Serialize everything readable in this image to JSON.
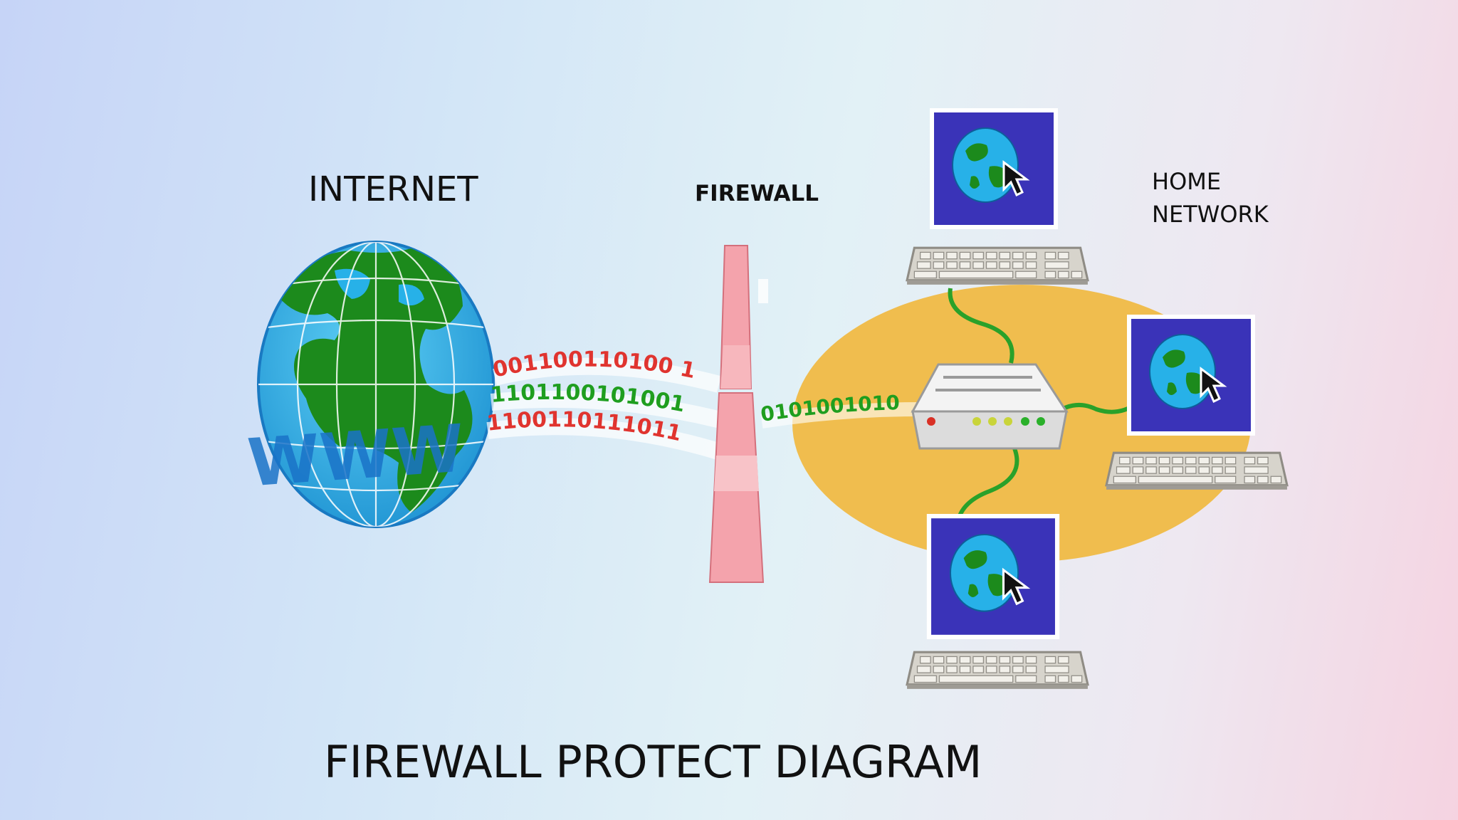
{
  "labels": {
    "internet": "INTERNET",
    "firewall": "FIREWALL",
    "home_line1": "HOME",
    "home_line2": "NETWORK",
    "title": "FIREWALL PROTECT DIAGRAM"
  },
  "globe": {
    "text": "WWW"
  },
  "streams": {
    "red_top": "001100110100 1",
    "green_mid": "1101100101001",
    "red_bottom": "1100110111011",
    "green_inner": "0101001010"
  },
  "colors": {
    "ocean": "#27b1e8",
    "land": "#1c8a1c",
    "firewall": "#f4a3ac",
    "home_area": "#f0bd4e",
    "screen": "#3a33b8",
    "cable": "#2aa12a",
    "red_bits": "#e0342f",
    "green_bits": "#1f9e1f"
  }
}
